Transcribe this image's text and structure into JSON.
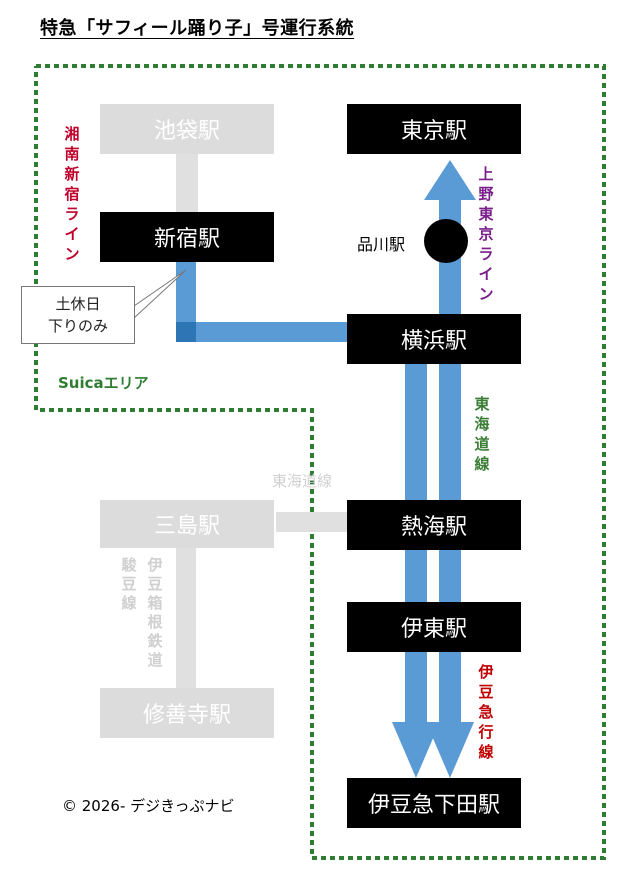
{
  "title": "特急「サフィール踊り子」号運行系統",
  "stations": {
    "ikebukuro": "池袋駅",
    "shinjuku": "新宿駅",
    "tokyo": "東京駅",
    "shinagawa": "品川駅",
    "yokohama": "横浜駅",
    "mishima": "三島駅",
    "atami": "熱海駅",
    "ito": "伊東駅",
    "shuzenji": "修善寺駅",
    "izukyu_shimoda": "伊豆急下田駅"
  },
  "lines": {
    "shonan_shinjuku": "湘南新宿ライン",
    "ueno_tokyo": "上野東京ライン",
    "tokaido_main": "東海道線",
    "tokaido_gray": "東海道線",
    "izukyu": "伊豆急行線",
    "sunzu": "駿豆線",
    "izuhakone": "伊豆箱根鉄道"
  },
  "callout": {
    "line1": "土休日",
    "line2": "下りのみ"
  },
  "suica_area": "Suicaエリア",
  "copyright": "© 2026- デジきっぷナビ",
  "colors": {
    "route_blue": "#5b9bd5",
    "route_blue_dark": "#2e75b6",
    "suica_green": "#2e7d32",
    "shonan_red": "#c0002b",
    "ueno_tokyo_purple": "#7a1f8a",
    "tokaido_green": "#3a7d34",
    "izukyu_red": "#c00000",
    "inactive_gray": "#dcdcdc"
  }
}
